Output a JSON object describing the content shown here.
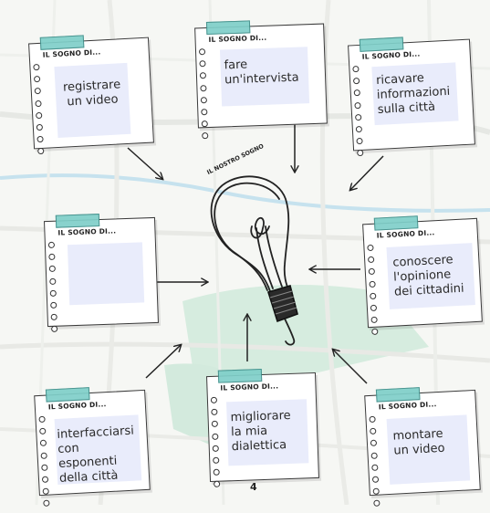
{
  "card_title": "IL SOGNO DI...",
  "bulb_label": "IL NOSTRO SOGNO",
  "page_number": "4",
  "dreams": [
    {
      "id": "top-left",
      "text": "registrare\nun video"
    },
    {
      "id": "top-center",
      "text": "fare\nun'intervista"
    },
    {
      "id": "top-right",
      "text": "ricavare\ninformazioni\nsulla città"
    },
    {
      "id": "middle-left",
      "text": ""
    },
    {
      "id": "middle-right",
      "text": "conoscere\nl'opinione\ndei cittadini"
    },
    {
      "id": "bottom-left",
      "text": "interfacciarsi\ncon esponenti\ndella città"
    },
    {
      "id": "bottom-center",
      "text": "migliorare\nla mia\ndialettica"
    },
    {
      "id": "bottom-right",
      "text": "montare\nun video"
    }
  ],
  "colors": {
    "tape": "#7fcfc9",
    "text_box": "#e9ecfb",
    "park": "#cfe8d9",
    "water": "#c9e4ef"
  },
  "icons": [
    "light-bulb-icon",
    "arrow-icon",
    "spiral-ring-icon",
    "tape-icon"
  ]
}
